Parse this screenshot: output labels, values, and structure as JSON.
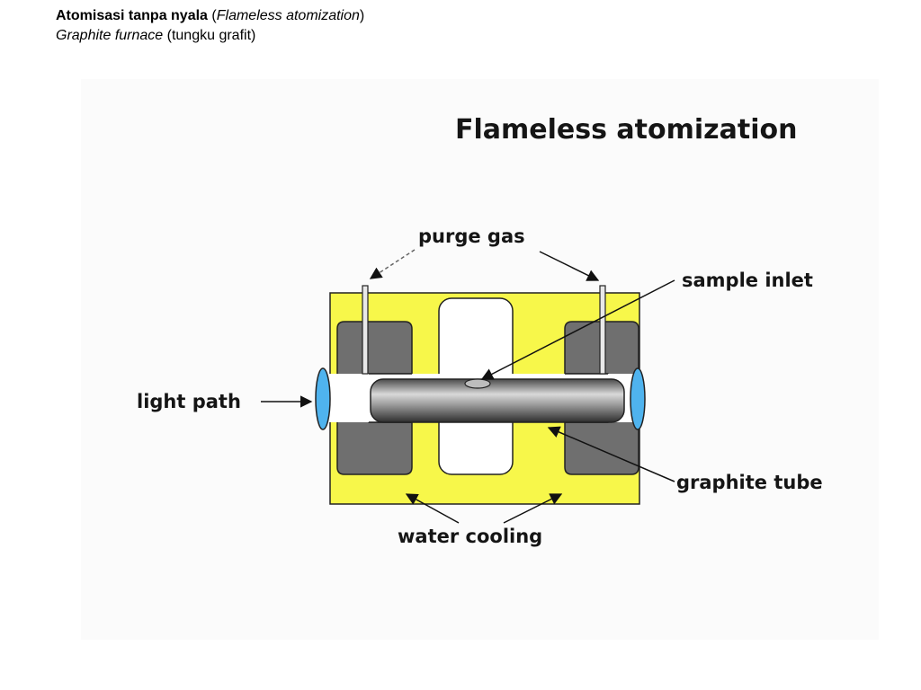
{
  "heading": {
    "line1_bold": "Atomisasi tanpa nyala",
    "line1_open": " (",
    "line1_italic": "Flameless atomization",
    "line1_close": ")",
    "line2_italic": "Graphite furnace",
    "line2_rest": " (tungku grafit)"
  },
  "diagram": {
    "title": "Flameless atomization",
    "labels": {
      "purge_gas": "purge gas",
      "sample_inlet": "sample inlet",
      "light_path": "light path",
      "graphite_tube": "graphite tube",
      "water_cooling": "water cooling"
    },
    "colors": {
      "title": "#1f4fd8",
      "housing": "#f7f74a",
      "electrode": "#6f6f6f",
      "window": "#4fb3ee",
      "tube_dark": "#2e2e2e",
      "tube_light": "#d9d9d9"
    }
  }
}
